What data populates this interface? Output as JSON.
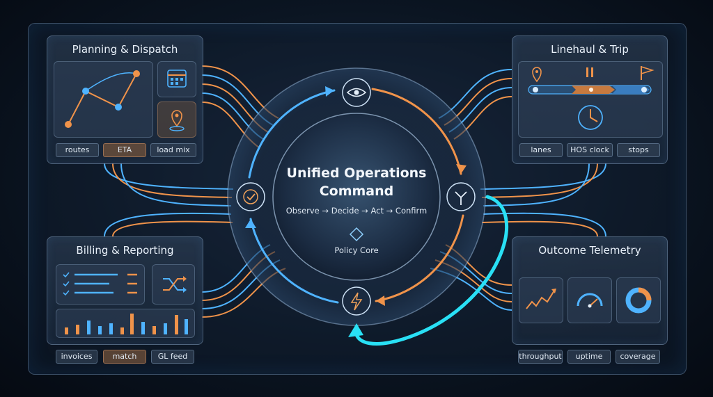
{
  "colors": {
    "accent_blue": "#4fb3ff",
    "accent_orange": "#f0934a",
    "accent_cyan": "#29e0f5"
  },
  "core": {
    "title_line1": "Unified Operations",
    "title_line2": "Command",
    "loop_text": "Observe → Decide → Act → Confirm",
    "policy_label": "Policy Core"
  },
  "ring_nodes": {
    "top": "eye-icon",
    "right": "branch-arrows-icon",
    "bottom": "lightning-icon",
    "left": "check-circle-icon"
  },
  "panels": {
    "planning": {
      "title": "Planning & Dispatch",
      "icons": [
        "route-map-icon",
        "calendar-icon",
        "location-pin-icon"
      ],
      "chips": [
        "routes",
        "ETA",
        "load mix"
      ]
    },
    "linehaul": {
      "title": "Linehaul & Trip",
      "icons": [
        "location-pin-icon",
        "pause-icon",
        "flag-icon",
        "clock-icon"
      ],
      "chips": [
        "lanes",
        "HOS clock",
        "stops"
      ]
    },
    "billing": {
      "title": "Billing & Reporting",
      "icons": [
        "checklist-icon",
        "shuffle-icon",
        "bar-chart-icon"
      ],
      "chips": [
        "invoices",
        "match",
        "GL feed"
      ]
    },
    "telemetry": {
      "title": "Outcome Telemetry",
      "icons": [
        "trend-line-icon",
        "gauge-icon",
        "donut-icon"
      ],
      "chips": [
        "throughput",
        "uptime",
        "coverage"
      ]
    }
  }
}
